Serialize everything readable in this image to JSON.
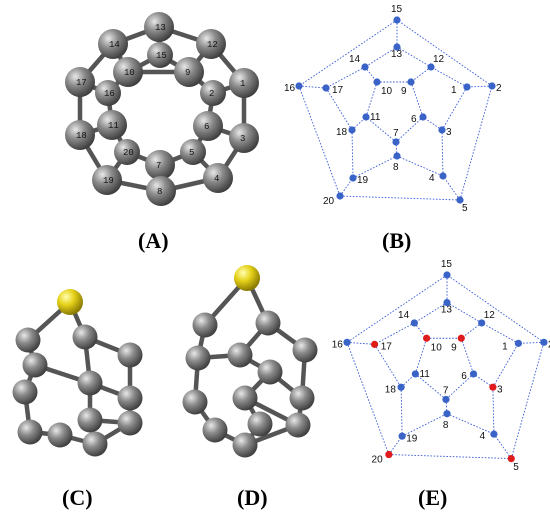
{
  "panels": {
    "A": {
      "label": "(A)"
    },
    "B": {
      "label": "(B)"
    },
    "C": {
      "label": "(C)"
    },
    "D": {
      "label": "(D)"
    },
    "E": {
      "label": "(E)"
    }
  },
  "graph_vertices": [
    "1",
    "2",
    "3",
    "4",
    "5",
    "6",
    "7",
    "8",
    "9",
    "10",
    "11",
    "12",
    "13",
    "14",
    "15",
    "16",
    "17",
    "18",
    "19",
    "20"
  ],
  "atom_numbers": [
    "1",
    "2",
    "3",
    "4",
    "5",
    "6",
    "7",
    "8",
    "9",
    "10",
    "11",
    "12",
    "13",
    "14",
    "15",
    "16",
    "17",
    "18",
    "19",
    "20"
  ],
  "highlighted_vertices_E": [
    "3",
    "5",
    "9",
    "10",
    "17",
    "20"
  ],
  "colors": {
    "carbon": "#6e6e6e",
    "sulfur": "#e6d21a",
    "vertex": "#3a63c8",
    "highlight": "#e01b1b",
    "edge": "#3a5bd6"
  }
}
